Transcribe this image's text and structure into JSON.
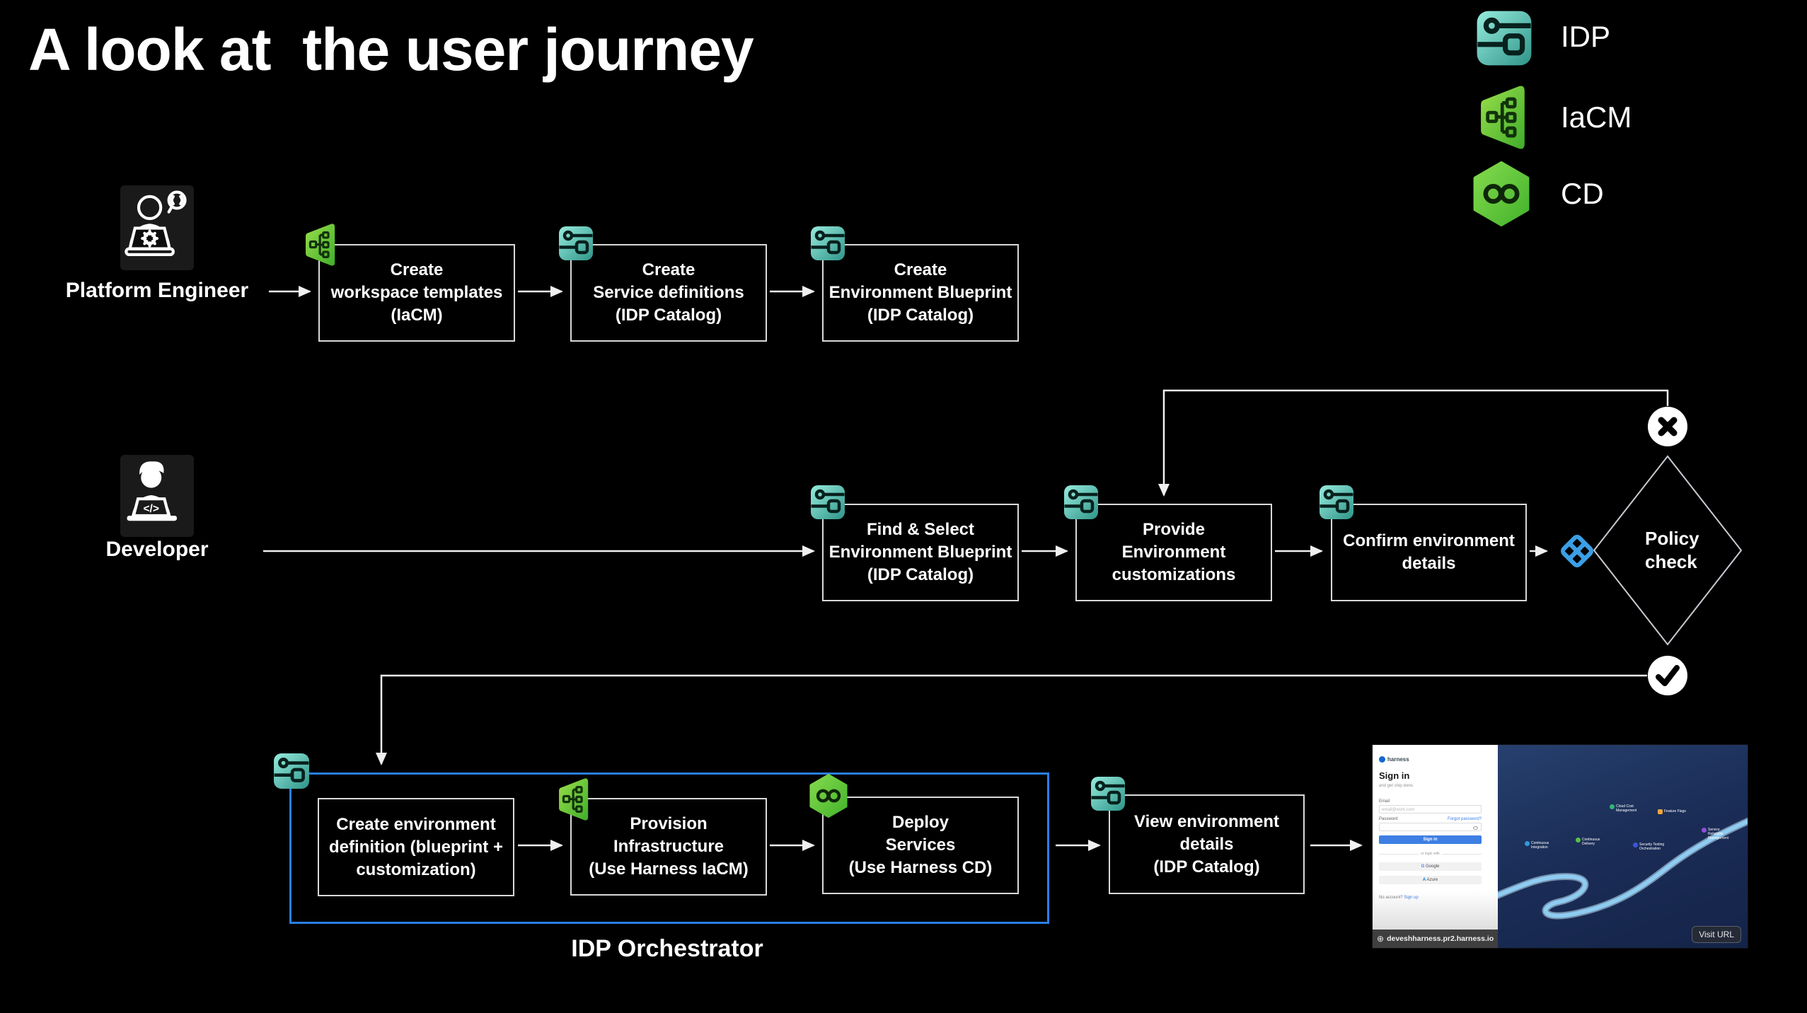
{
  "title": "A look at  the user journey",
  "legend": {
    "items": [
      {
        "id": "idp",
        "label": "IDP"
      },
      {
        "id": "iacm",
        "label": "IaCM"
      },
      {
        "id": "cd",
        "label": "CD"
      }
    ]
  },
  "platform_engineer": {
    "label": "Platform Engineer",
    "steps": [
      {
        "text": "Create\nworkspace templates\n(IaCM)",
        "badge": "iacm"
      },
      {
        "text": "Create\nService definitions\n(IDP Catalog)",
        "badge": "idp"
      },
      {
        "text": "Create\nEnvironment Blueprint\n(IDP Catalog)",
        "badge": "idp"
      }
    ]
  },
  "developer": {
    "label": "Developer",
    "steps": [
      {
        "text": "Find & Select\nEnvironment Blueprint\n(IDP Catalog)",
        "badge": "idp"
      },
      {
        "text": "Provide\nEnvironment\ncustomizations",
        "badge": "idp"
      },
      {
        "text": "Confirm environment\ndetails",
        "badge": "idp"
      }
    ]
  },
  "decision": {
    "label": "Policy\ncheck",
    "fail_symbol": "x-circle",
    "pass_symbol": "check-circle"
  },
  "orchestrator": {
    "label": "IDP Orchestrator",
    "badge": "idp",
    "steps": [
      {
        "text": "Create environment\ndefinition (blueprint +\ncustomization)",
        "badge": null
      },
      {
        "text": "Provision\nInfrastructure\n(Use Harness IaCM)",
        "badge": "iacm"
      },
      {
        "text": "Deploy\nServices\n(Use Harness CD)",
        "badge": "cd"
      }
    ]
  },
  "view_step": {
    "text": "View environment\ndetails\n(IDP Catalog)",
    "badge": "idp"
  },
  "preview": {
    "brand": "harness",
    "heading": "Sign in",
    "tagline": "and get ship done.",
    "email_label": "Email",
    "email_placeholder": "email@work.com",
    "password_label": "Password",
    "forgot_link": "Forgot password?",
    "signin_button": "Sign in",
    "divider_text": "or login with",
    "google_initial": "G",
    "google_button": "Google",
    "azure_initial": "A",
    "azure_button": "Azure",
    "no_account": "No account?",
    "signup_link": "Sign up",
    "footer_url": "deveshharness.pr2.harness.io",
    "visit_button": "Visit URL",
    "modules": [
      {
        "label": "Continuous Integration",
        "color": "#2e9bdb"
      },
      {
        "label": "Cloud Cost Management",
        "color": "#31b57a"
      },
      {
        "label": "Feature Flags",
        "color": "#f2a63b"
      },
      {
        "label": "Continuous Delivery",
        "color": "#58c142"
      },
      {
        "label": "Security Testing Orchestration",
        "color": "#3a56d6"
      },
      {
        "label": "Service Reliability Management",
        "color": "#8e4fd9"
      }
    ]
  },
  "colors": {
    "background": "#000000",
    "box_border": "#d9d9d9",
    "orchestrator_border": "#2b7fe8",
    "idp_badge": "#4fc4b4",
    "iacm_badge": "#63c53a",
    "cd_badge": "#52bd37",
    "policy_icon": "#3b9fe6",
    "arrow": "#f0f0f0"
  }
}
